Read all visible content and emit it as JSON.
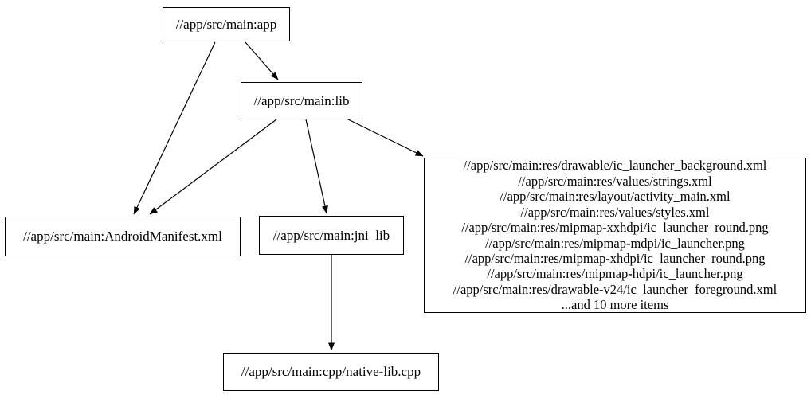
{
  "diagram": {
    "kind": "build-dependency-graph",
    "background_color": "#ffffff",
    "node_border_color": "#000000",
    "node_fill_color": "#ffffff",
    "edge_color": "#000000",
    "nodes": {
      "app": {
        "label": "//app/src/main:app"
      },
      "lib": {
        "label": "//app/src/main:lib"
      },
      "manifest": {
        "label": "//app/src/main:AndroidManifest.xml"
      },
      "jni_lib": {
        "label": "//app/src/main:jni_lib"
      },
      "native": {
        "label": "//app/src/main:cpp/native-lib.cpp"
      },
      "resources": {
        "lines": [
          "//app/src/main:res/drawable/ic_launcher_background.xml",
          "//app/src/main:res/values/strings.xml",
          "//app/src/main:res/layout/activity_main.xml",
          "//app/src/main:res/values/styles.xml",
          "//app/src/main:res/mipmap-xxhdpi/ic_launcher_round.png",
          "//app/src/main:res/mipmap-mdpi/ic_launcher.png",
          "//app/src/main:res/mipmap-xhdpi/ic_launcher_round.png",
          "//app/src/main:res/mipmap-hdpi/ic_launcher.png",
          "//app/src/main:res/drawable-v24/ic_launcher_foreground.xml",
          "...and 10 more items"
        ]
      }
    },
    "edges": [
      {
        "from": "app",
        "to": "lib"
      },
      {
        "from": "app",
        "to": "manifest"
      },
      {
        "from": "lib",
        "to": "manifest"
      },
      {
        "from": "lib",
        "to": "jni_lib"
      },
      {
        "from": "lib",
        "to": "resources"
      },
      {
        "from": "jni_lib",
        "to": "native"
      }
    ]
  }
}
